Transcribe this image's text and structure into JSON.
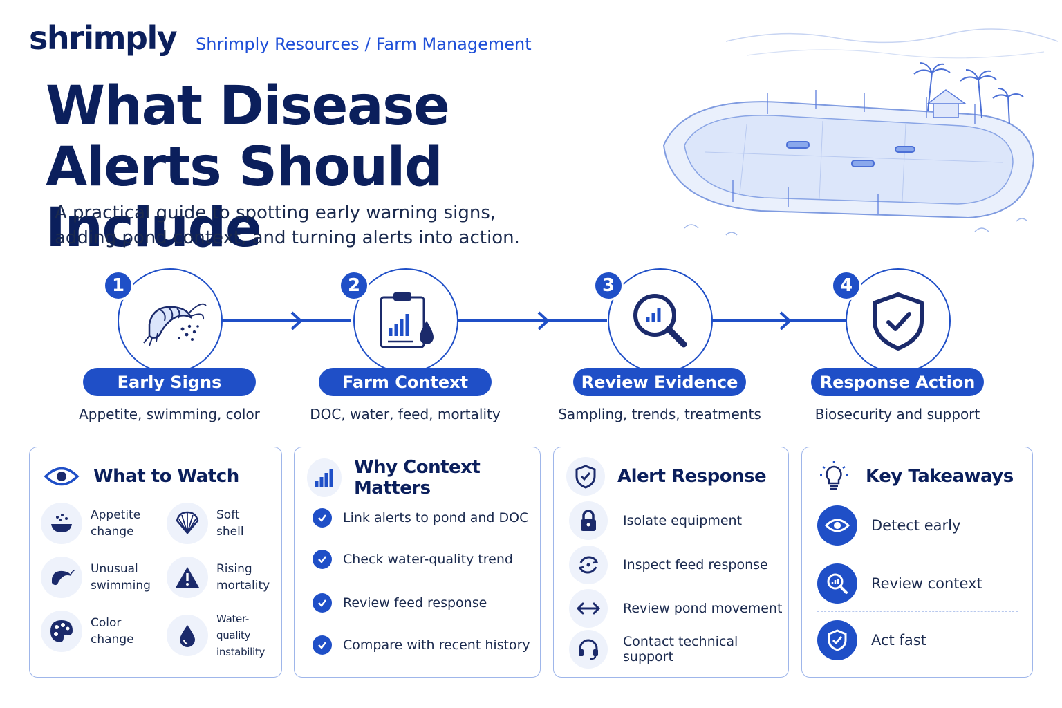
{
  "brand": {
    "logo": "shrimply"
  },
  "breadcrumb": {
    "root": "Shrimply Resources",
    "separator": "/",
    "current": "Farm Management"
  },
  "hero": {
    "title_line1": "What Disease",
    "title_line2": "Alerts Should Include",
    "subtitle_line1": "A practical guide to spotting early warning signs,",
    "subtitle_line2": "adding pond context, and turning alerts into action."
  },
  "steps": [
    {
      "number": "1",
      "label": "Early Signs",
      "desc": "Appetite, swimming, color",
      "icon": "shrimp-icon"
    },
    {
      "number": "2",
      "label": "Farm Context",
      "desc": "DOC, water, feed, mortality",
      "icon": "clipboard-chart-icon"
    },
    {
      "number": "3",
      "label": "Review Evidence",
      "desc": "Sampling, trends, treatments",
      "icon": "magnifier-chart-icon"
    },
    {
      "number": "4",
      "label": "Response Action",
      "desc": "Biosecurity and support",
      "icon": "shield-check-icon"
    }
  ],
  "watch": {
    "title": "What to Watch",
    "items": [
      {
        "line1": "Appetite",
        "line2": "change",
        "icon": "feed-bowl-icon"
      },
      {
        "line1": "Soft",
        "line2": "shell",
        "icon": "shell-icon"
      },
      {
        "line1": "Unusual",
        "line2": "swimming",
        "icon": "shrimp-icon"
      },
      {
        "line1": "Rising",
        "line2": "mortality",
        "icon": "warning-icon"
      },
      {
        "line1": "Color",
        "line2": "change",
        "icon": "palette-icon"
      },
      {
        "line1": "Water-quality",
        "line2": "instability",
        "icon": "water-drop-icon"
      }
    ]
  },
  "context": {
    "title": "Why Context Matters",
    "items": [
      "Link alerts to pond and DOC",
      "Check water-quality trend",
      "Review feed response",
      "Compare with recent history"
    ]
  },
  "response": {
    "title": "Alert Response",
    "items": [
      {
        "label": "Isolate equipment",
        "icon": "lock-icon"
      },
      {
        "label": "Inspect feed response",
        "icon": "cycle-icon"
      },
      {
        "label": "Review pond movement",
        "icon": "arrows-icon"
      },
      {
        "label": "Contact technical support",
        "icon": "headset-icon"
      }
    ]
  },
  "takeaways": {
    "title": "Key Takeaways",
    "items": [
      {
        "label": "Detect early",
        "icon": "eye-icon"
      },
      {
        "label": "Review context",
        "icon": "magnifier-chart-icon"
      },
      {
        "label": "Act fast",
        "icon": "shield-check-icon"
      }
    ]
  },
  "colors": {
    "primary": "#1f4fc7",
    "navy": "#0b1f5c",
    "border": "#9fb6ea",
    "icon_bg": "#eef2fb"
  }
}
